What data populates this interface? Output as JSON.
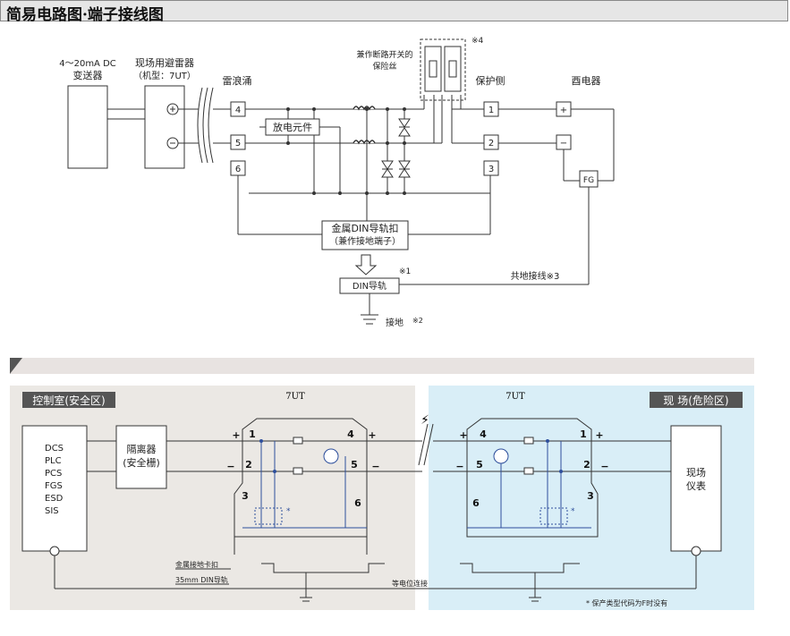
{
  "title": "简易电路图·端子接线图",
  "top": {
    "transmitter": [
      "4～20mA DC",
      "变送器"
    ],
    "arrester": [
      "现场用避雷器",
      "（机型：7UT）"
    ],
    "surge_side": "雷浪涌",
    "protect_side": "保护侧",
    "relay": "酉电器",
    "fuse_label": [
      "兼作断路开关的",
      "保险丝"
    ],
    "note4": "※4",
    "discharge": "放电元件",
    "plus": "+",
    "minus": "−",
    "fg": "FG",
    "terminals_left": [
      "4",
      "5",
      "6"
    ],
    "terminals_right": [
      "1",
      "2",
      "3"
    ],
    "din_clip": [
      "金属DIN导轨扣",
      "（兼作接地端子）"
    ],
    "din_rail": "DIN导轨",
    "note1": "※1",
    "ground": "接地",
    "note2": "※2",
    "common_ground": "共地接线※3"
  },
  "bottom": {
    "left_zone": "控制室(安全区)",
    "right_zone": "现 场(危险区)",
    "model_left": "7UT",
    "model_right": "7UT",
    "systems": [
      "DCS",
      "PLC",
      "PCS",
      "FGS",
      "ESD",
      "SIS"
    ],
    "isolator": [
      "隔离器",
      "(安全栅)"
    ],
    "field_instrument": [
      "现场",
      "仪表"
    ],
    "left_terms": [
      "1",
      "2",
      "3",
      "4",
      "5",
      "6"
    ],
    "right_terms": [
      "4",
      "5",
      "6",
      "1",
      "2",
      "3"
    ],
    "plus": "+",
    "minus": "−",
    "star": "*",
    "metal_clip": "金属接地卡扣",
    "din35": "35mm DIN导轨",
    "equipotential": "等电位连接",
    "footnote": "* 保产类型代码为F时没有"
  },
  "colors": {
    "title_bg": "#e6e6e6",
    "safe_bg": "#ebe8e4",
    "hazard_bg": "#d9eef7",
    "banner": "#e8e3e1",
    "blue_wire": "#2e4f9c"
  }
}
